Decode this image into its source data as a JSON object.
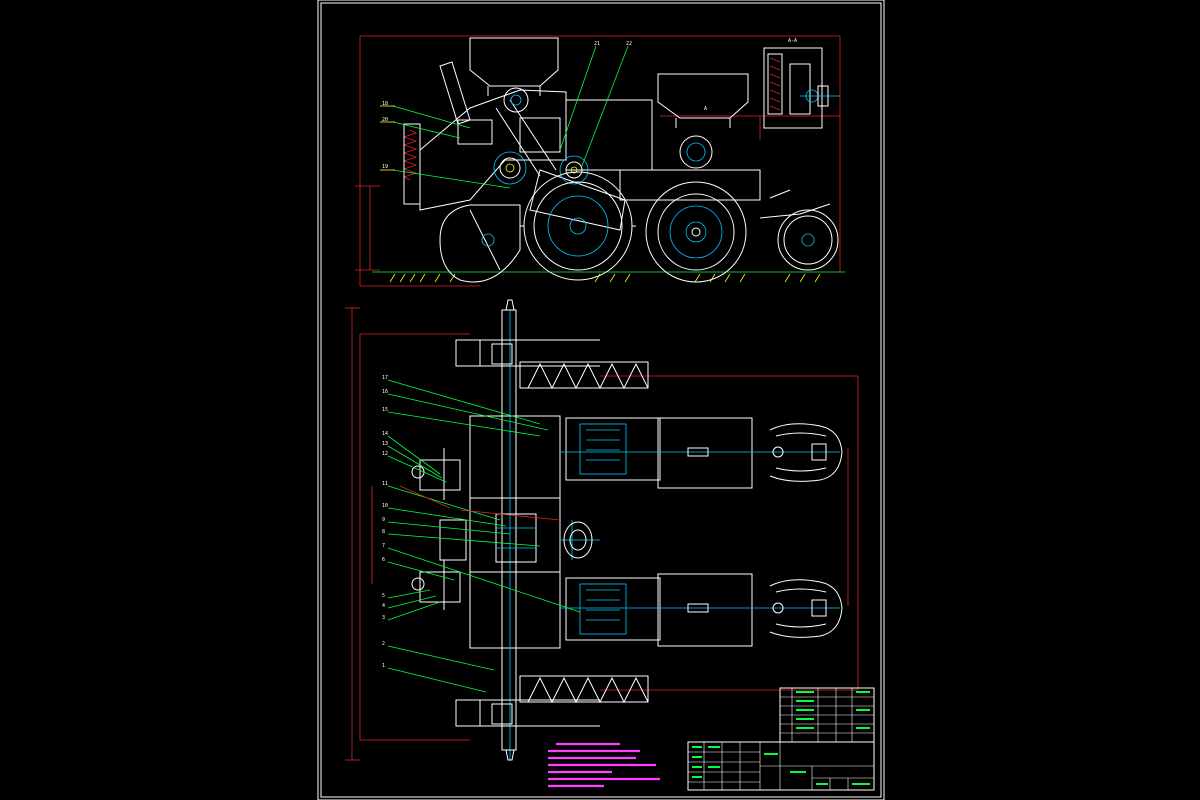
{
  "section_label": "A-A",
  "view_marker": "A",
  "side_view_labels": [
    "18",
    "20",
    "19",
    "21",
    "22"
  ],
  "plan_view_labels": [
    "17",
    "16",
    "15",
    "14",
    "13",
    "12",
    "11",
    "10",
    "9",
    "8",
    "7",
    "6",
    "5",
    "4",
    "3",
    "2",
    "1"
  ],
  "colors": {
    "background": "#000000",
    "outline": "#ffffff",
    "detail": "#00c8ff",
    "leader": "#00ff40",
    "dimension": "#e0222a",
    "callout": "#ffff00",
    "notes": "#ff40ff"
  }
}
